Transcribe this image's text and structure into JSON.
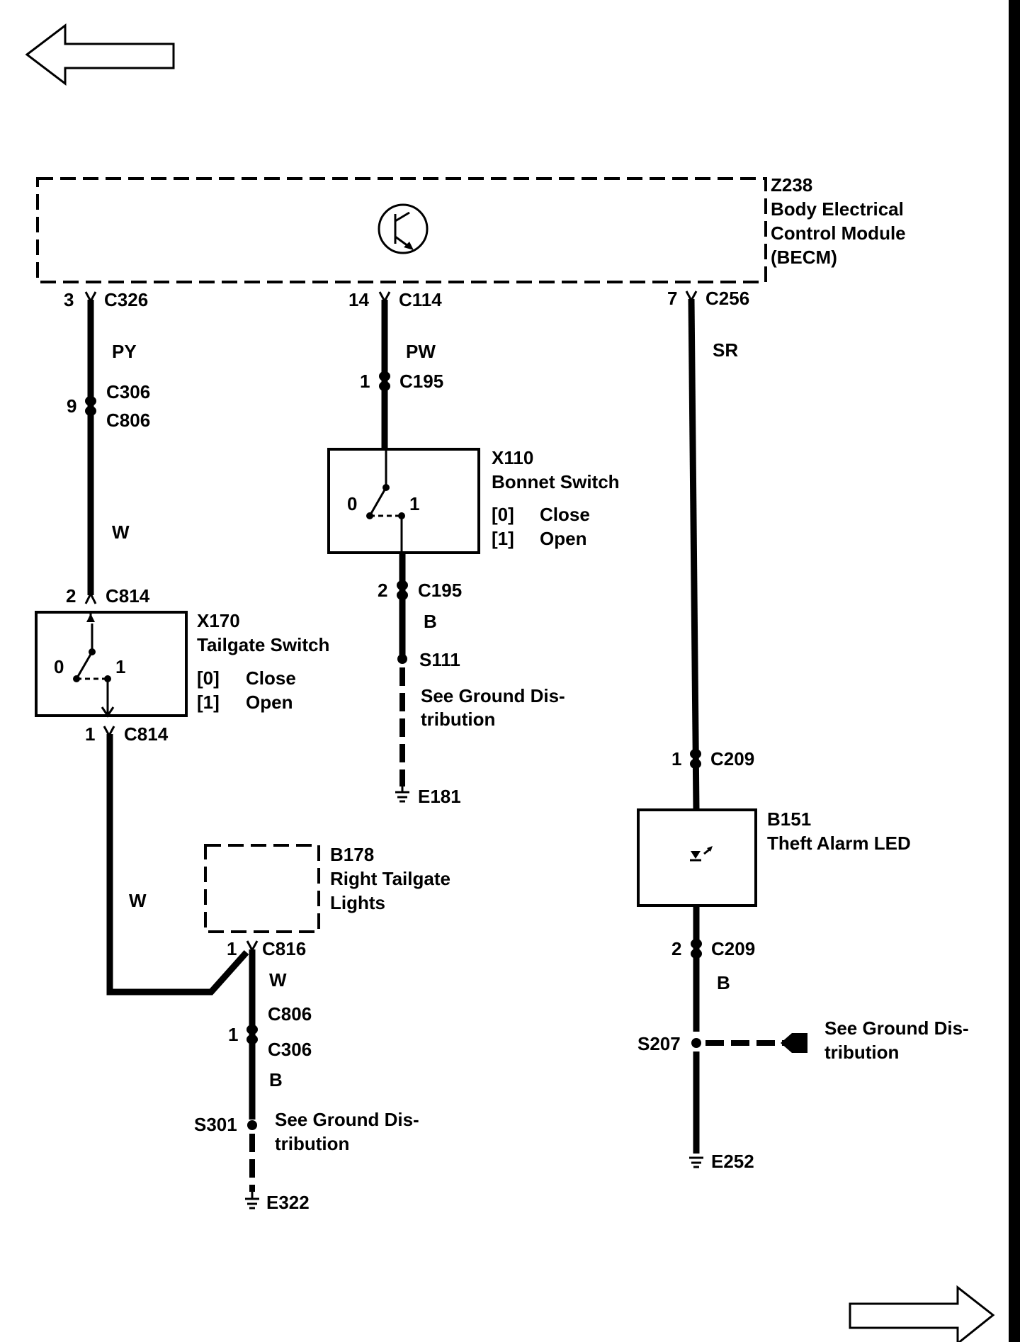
{
  "nav": {
    "prev_icon": "left-arrow-icon",
    "next_icon": "right-arrow-icon"
  },
  "becm": {
    "id": "Z238",
    "line1": "Body Electrical",
    "line2": "Control Module",
    "line3": "(BECM)"
  },
  "circuit_left": {
    "pin_top": "3",
    "conn_top": "C326",
    "wire1": "PY",
    "inline_pin": "9",
    "inline_conn_a": "C306",
    "inline_conn_b": "C806",
    "wire2": "W",
    "pin_in": "2",
    "conn_in": "C814"
  },
  "tailgate_switch": {
    "id": "X170",
    "name": "Tailgate Switch",
    "pos0": "0",
    "pos1": "1",
    "state0_code": "[0]",
    "state0_label": "Close",
    "state1_code": "[1]",
    "state1_label": "Open",
    "pin_out": "1",
    "conn_out": "C814",
    "wire_out": "W"
  },
  "tailgate_lights": {
    "id": "B178",
    "line1": "Right Tailgate",
    "line2": "Lights",
    "pin": "1",
    "conn": "C816",
    "wire1": "W",
    "inline_pin": "1",
    "inline_conn_a": "C806",
    "inline_conn_b": "C306",
    "wire2": "B",
    "splice": "S301",
    "ground_note_1": "See Ground Dis-",
    "ground_note_2": "tribution",
    "ground": "E322"
  },
  "circuit_middle": {
    "pin_top": "14",
    "conn_top": "C114",
    "wire1": "PW",
    "inline_pin": "1",
    "inline_conn": "C195"
  },
  "bonnet_switch": {
    "id": "X110",
    "name": "Bonnet Switch",
    "pos0": "0",
    "pos1": "1",
    "state0_code": "[0]",
    "state0_label": "Close",
    "state1_code": "[1]",
    "state1_label": "Open",
    "pin_out": "2",
    "conn_out": "C195",
    "wire_out": "B",
    "splice": "S111",
    "ground_note_1": "See Ground Dis-",
    "ground_note_2": "tribution",
    "ground": "E181"
  },
  "circuit_right": {
    "pin_top": "7",
    "conn_top": "C256",
    "wire1": "SR",
    "pin_in": "1",
    "conn_in": "C209"
  },
  "theft_led": {
    "id": "B151",
    "name": "Theft Alarm LED",
    "pin_out": "2",
    "conn_out": "C209",
    "wire_out": "B",
    "splice": "S207",
    "ground_note_1": "See Ground Dis-",
    "ground_note_2": "tribution",
    "ground": "E252"
  }
}
